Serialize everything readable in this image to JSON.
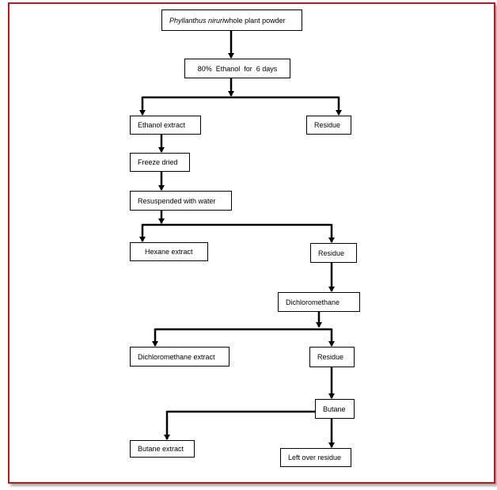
{
  "nodes": {
    "start_italic": "Phyllanthus niruri",
    "start_rest": " whole plant powder",
    "ethanol_solvent": "80%  Ethanol  for  6 days",
    "ethanol_extract": "Ethanol extract",
    "residue_1": "Residue",
    "freeze_dried": "Freeze dried",
    "resuspended": "Resuspended with water",
    "hexane_extract": "Hexane extract",
    "residue_2": "Residue",
    "dichloromethane": "Dichloromethane",
    "dichloromethane_extract": "Dichloromethane extract",
    "residue_3": "Residue",
    "butane": "Butane",
    "butane_extract": "Butane extract",
    "leftover_residue": "Left over residue"
  },
  "colors": {
    "frame_border": "#c0161b",
    "lines": "#000000"
  }
}
